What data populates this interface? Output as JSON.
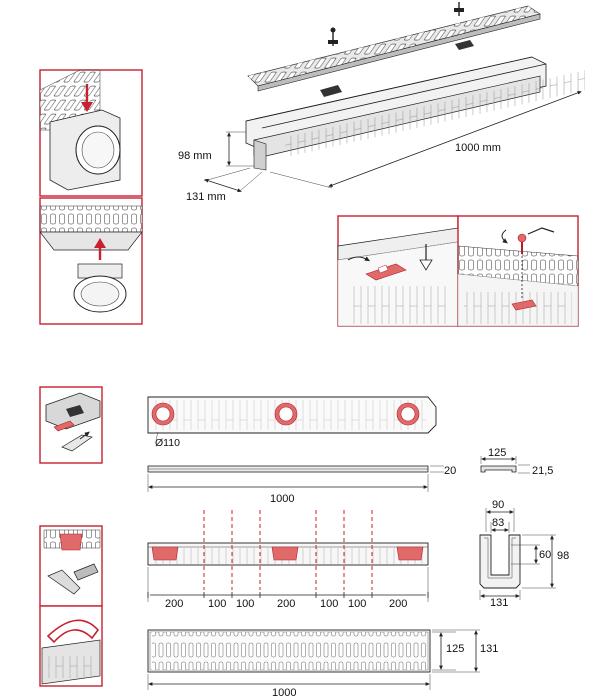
{
  "perspective": {
    "height_label": "98 mm",
    "length_label": "1000 mm",
    "width_label": "131 mm"
  },
  "top_view": {
    "diameter_label": "Ø110"
  },
  "grate_side": {
    "thickness_label": "20",
    "length_label": "1000"
  },
  "grate_section": {
    "width_label": "125",
    "height_label": "21,5"
  },
  "channel_side": {
    "segments": [
      "200",
      "100",
      "100",
      "200",
      "100",
      "100",
      "200"
    ]
  },
  "channel_section": {
    "top_width_label": "90",
    "inner_width_label": "83",
    "inner_depth_label": "60",
    "height_label": "98",
    "bottom_width_label": "131"
  },
  "plan_view": {
    "inner_width_label": "125",
    "outer_width_label": "131",
    "length_label": "1000"
  },
  "colors": {
    "accent_red": "#c8202f",
    "line": "#222222"
  }
}
